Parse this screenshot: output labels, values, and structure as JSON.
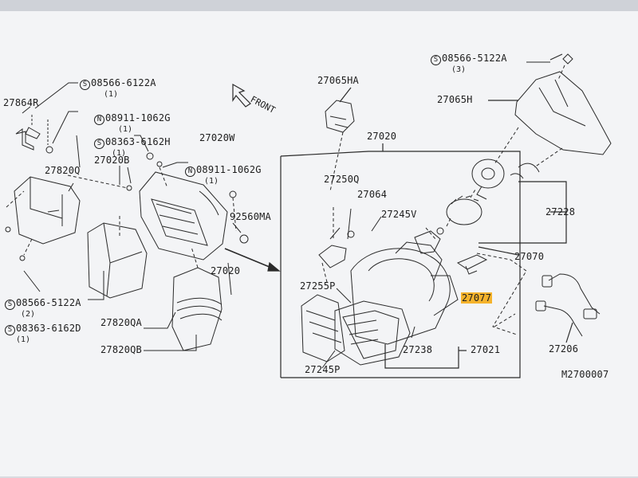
{
  "diagram_code": "M2700007",
  "front_label": "FRONT",
  "highlight_color": "#f5b32b",
  "parts": {
    "p27065HA": "27065HA",
    "p27065H": "27065H",
    "p27020": "27020",
    "p27250Q": "27250Q",
    "p27064": "27064",
    "p27245V": "27245V",
    "p27228": "27228",
    "p27070": "27070",
    "p27077": "27077",
    "p27255P": "27255P",
    "p27238": "27238",
    "p27021": "27021",
    "p27206": "27206",
    "p27245P": "27245P",
    "p27864R": "27864R",
    "p27820Q": "27820Q",
    "p27020B": "27020B",
    "p27020W": "27020W",
    "p92560MA": "92560MA",
    "p27020b2": "27020",
    "p27820QA": "27820QA",
    "p27820QB": "27820QB"
  },
  "fasteners": {
    "f1": {
      "sym": "S",
      "code": "08566-6122A",
      "qty": "(1)"
    },
    "f2": {
      "sym": "N",
      "code": "08911-1062G",
      "qty": "(1)"
    },
    "f3": {
      "sym": "S",
      "code": "08363-6162H",
      "qty": "(1)"
    },
    "f4": {
      "sym": "N",
      "code": "08911-1062G",
      "qty": "(1)"
    },
    "f5": {
      "sym": "S",
      "code": "08566-5122A",
      "qty": "(2)"
    },
    "f6": {
      "sym": "S",
      "code": "08363-6162D",
      "qty": "(1)"
    },
    "f7": {
      "sym": "S",
      "code": "08566-5122A",
      "qty": "(3)"
    }
  }
}
